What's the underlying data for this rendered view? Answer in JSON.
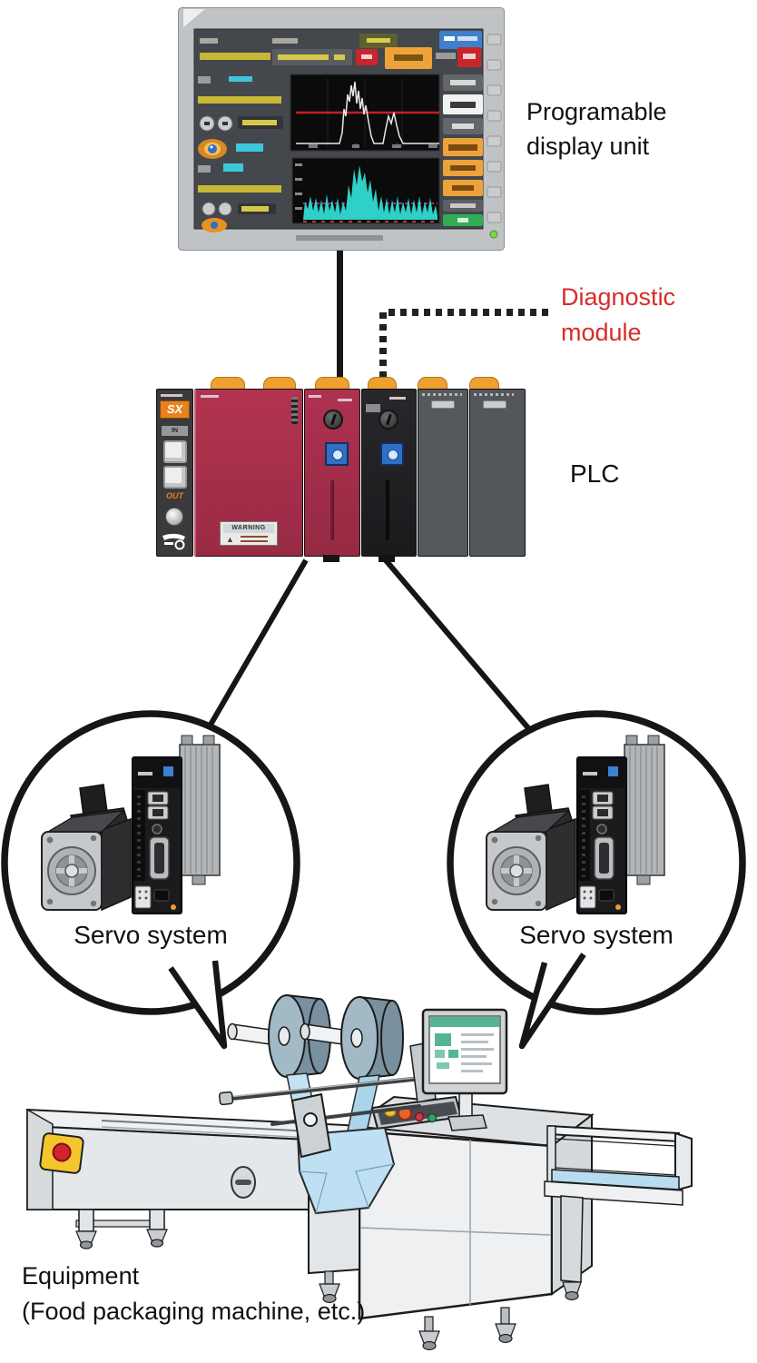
{
  "diagram": {
    "labels": {
      "display_unit": "Programable\ndisplay unit",
      "diagnostic_module": "Diagnostic\nmodule",
      "plc": "PLC",
      "servo_left": "Servo system",
      "servo_right": "Servo system",
      "equipment": "Equipment\n(Food packaging machine, etc.)"
    },
    "plc_unit": {
      "brand_logo": "SX",
      "port_in_label": "IN",
      "port_out_label": "OUT",
      "warning_label": "WARNING"
    },
    "colors": {
      "diagnostic_label_red": "#d92b2b",
      "connector_line_black": "#1a1a1a",
      "plc_module_crimson": "#a93350",
      "plc_cap_orange": "#f0a02e",
      "hmi_button_orange": "#eda23a",
      "hmi_button_green": "#2fae57",
      "hmi_button_red": "#c8262c",
      "hmi_button_blue": "#3f7fd0",
      "hmi_waveform_cyan": "#2fd0c8",
      "machine_film_blue": "#aed7ee",
      "machine_screen_teal": "#55b492"
    }
  }
}
